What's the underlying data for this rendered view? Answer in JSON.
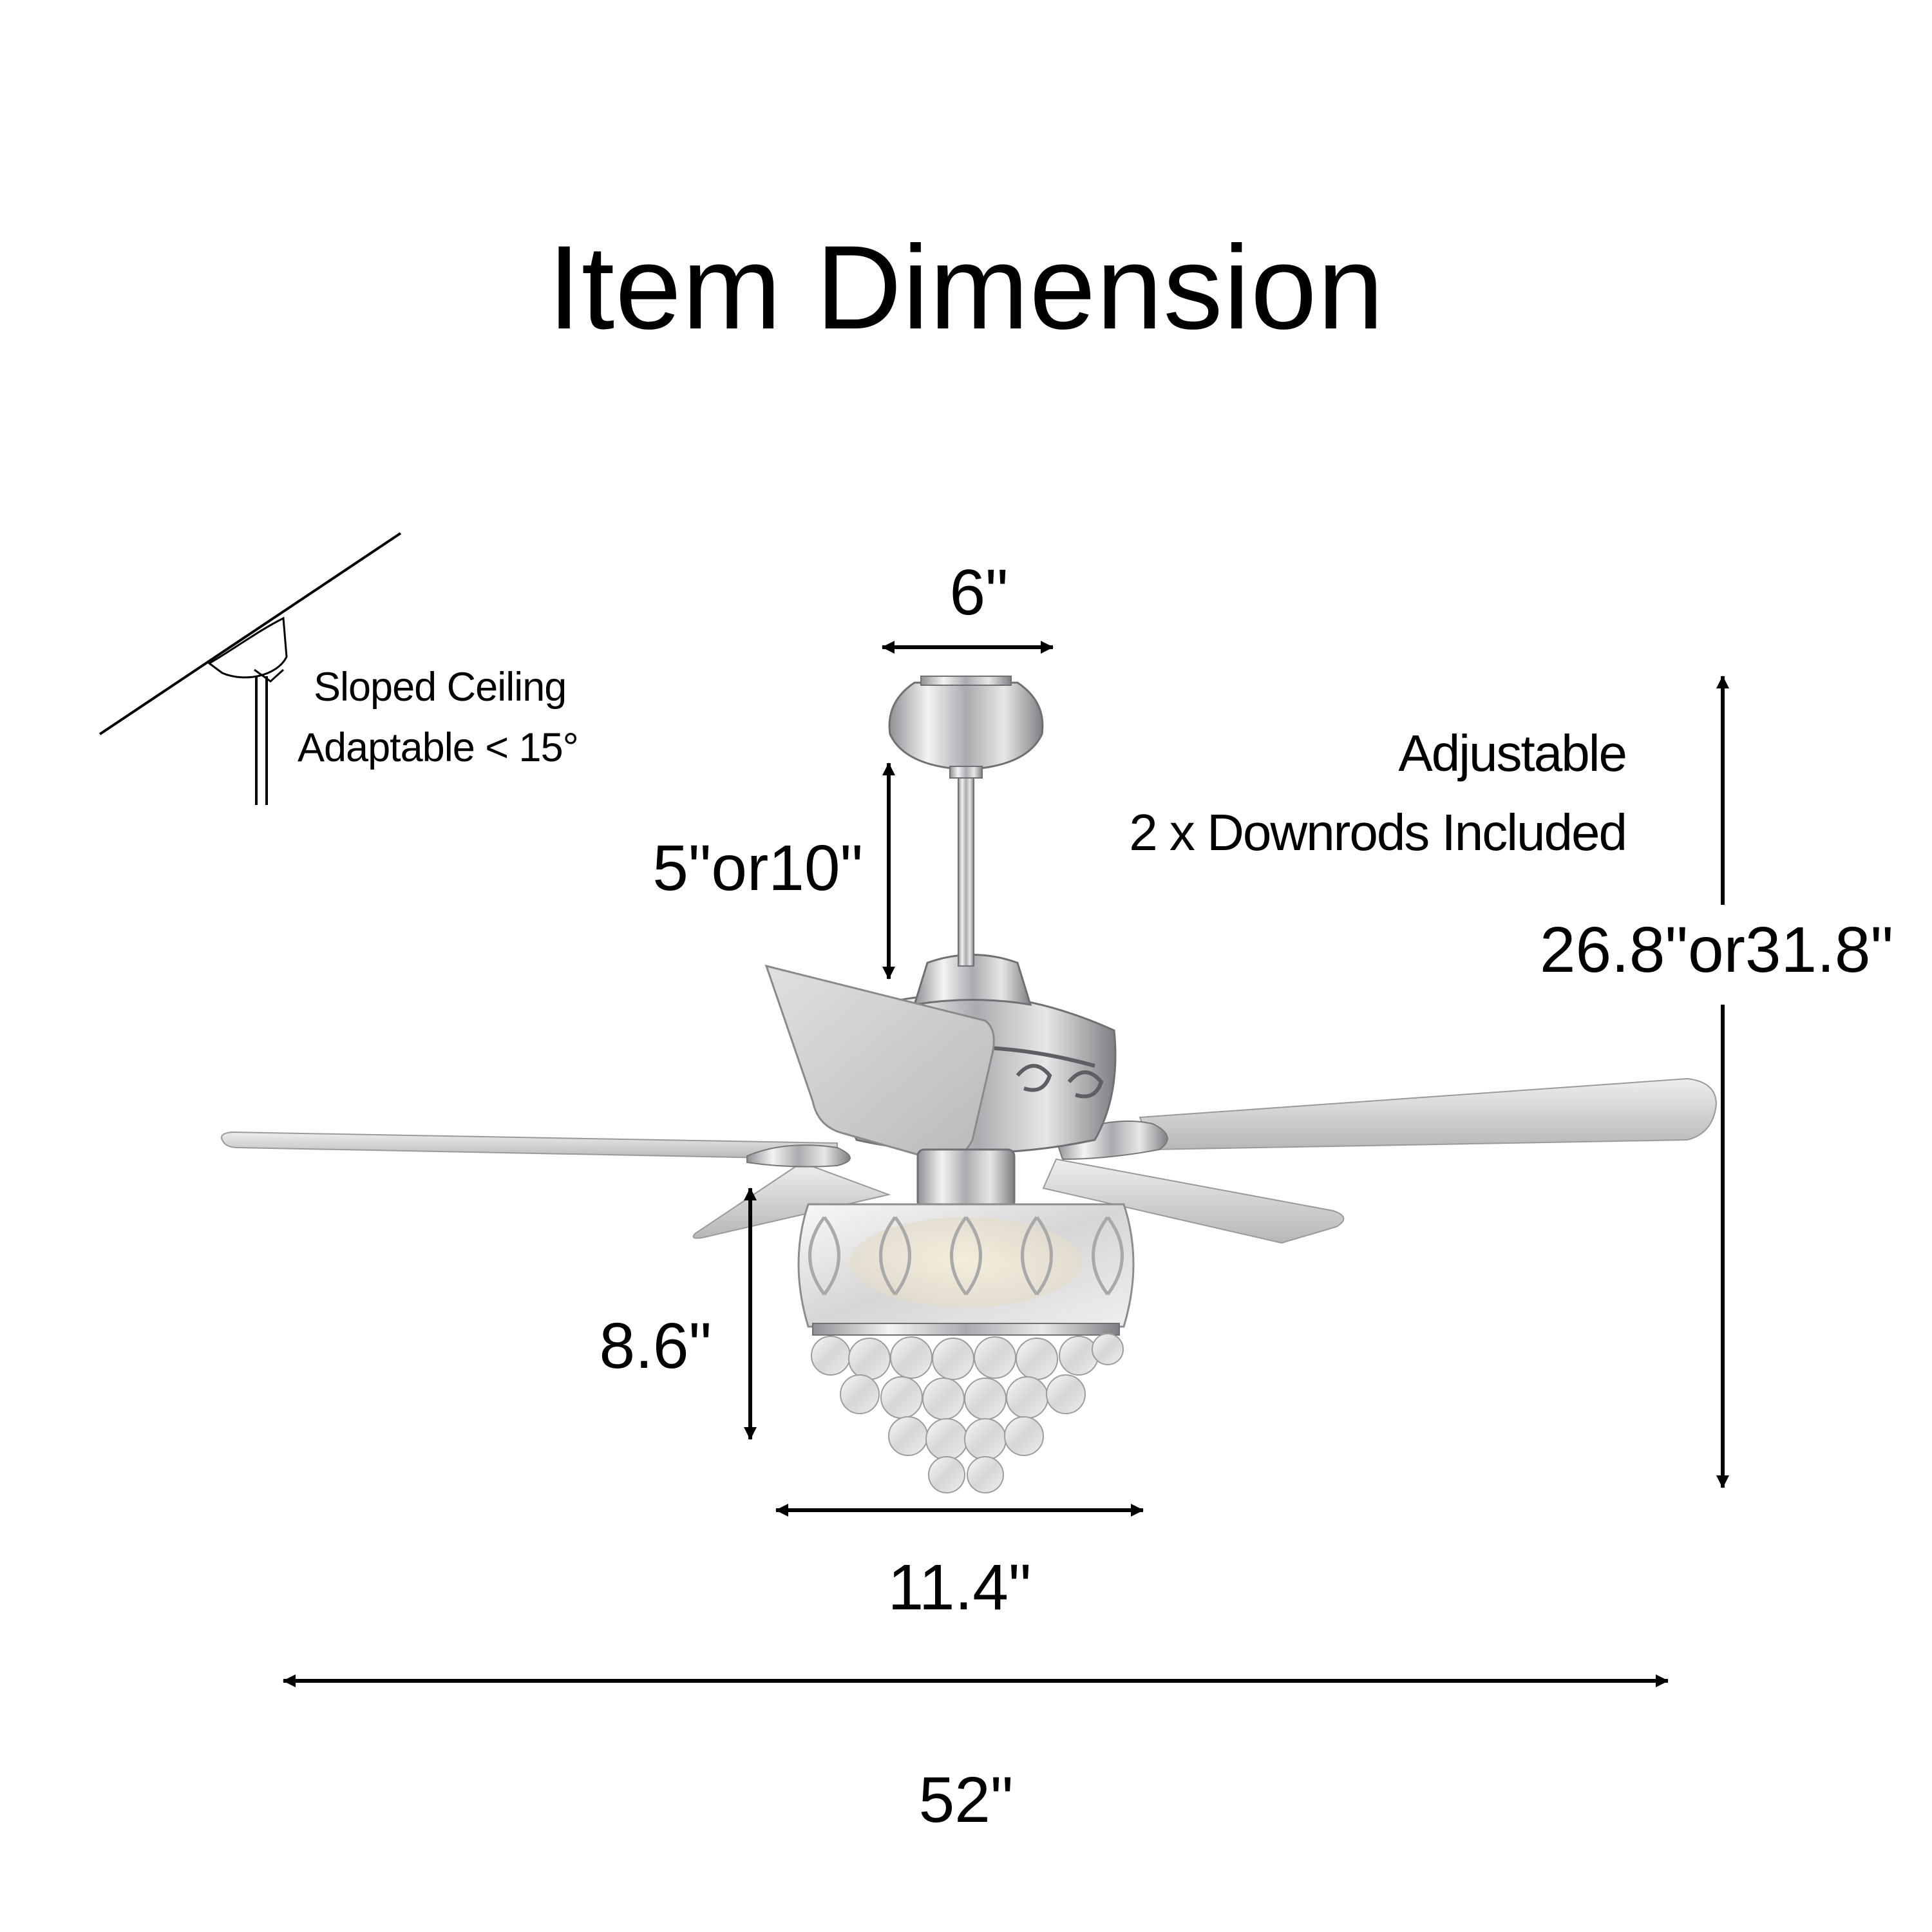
{
  "title": "Item Dimension",
  "notes": {
    "sloped_line1": "Sloped Ceiling",
    "sloped_line2": "Adaptable < 15°",
    "downrod_line1": "Adjustable",
    "downrod_line2": "2 x Downrods Included"
  },
  "dimensions": {
    "canopy_width": "6\"",
    "downrod_length": "5\"or10\"",
    "overall_height": "26.8\"or31.8\"",
    "light_kit_height": "8.6\"",
    "light_kit_width": "11.4\"",
    "blade_span": "52\""
  },
  "icons": [
    "sloped-ceiling-icon",
    "ceiling-fan-illustration",
    "dimension-arrow"
  ],
  "colors": {
    "text": "#000000",
    "background": "#ffffff",
    "chrome": "#c9cacc",
    "blade": "#d8d8d8"
  }
}
